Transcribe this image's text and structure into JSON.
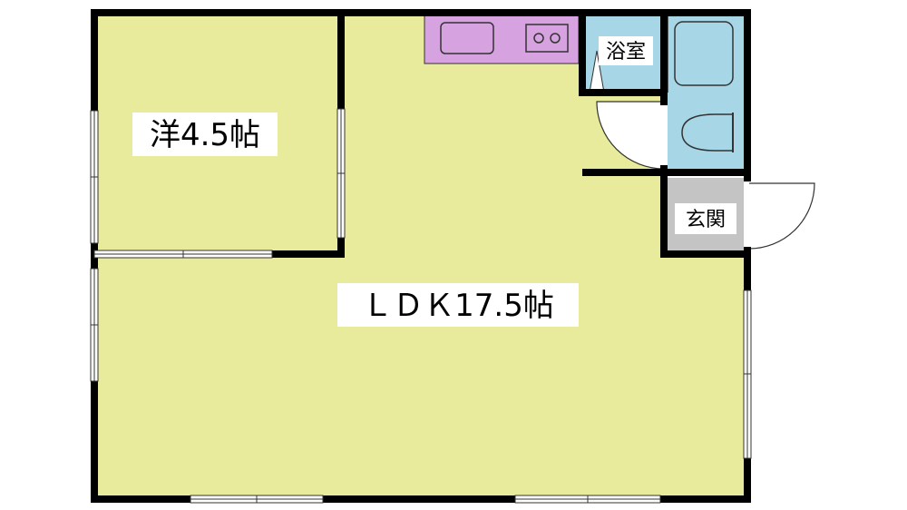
{
  "rooms": {
    "western": {
      "label": "洋4.5帖"
    },
    "ldk": {
      "label": "ＬＤＫ17.5帖"
    },
    "bath": {
      "label": "浴室"
    },
    "entrance": {
      "label": "玄関"
    }
  },
  "colors": {
    "floor": "#e8eb9c",
    "kitchen": "#d6a3e0",
    "bath": "#a7d6e6",
    "toilet": "#a7d6e6",
    "entrance": "#c4c4c4",
    "wall": "#000000"
  }
}
